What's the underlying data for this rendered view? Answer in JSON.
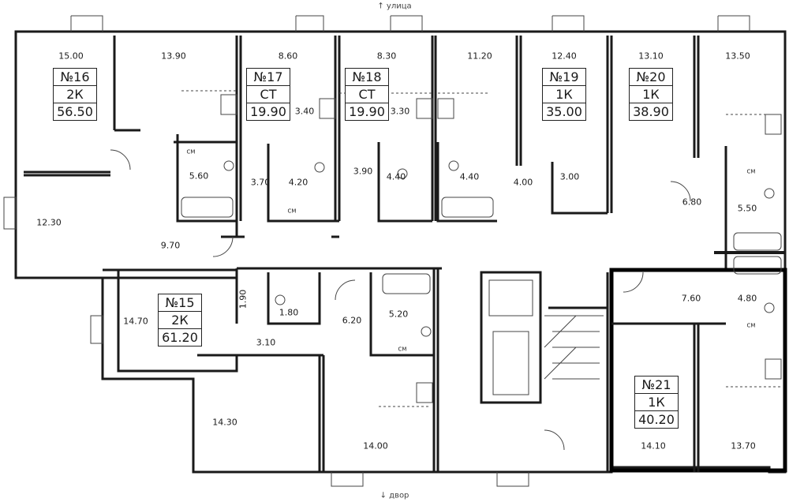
{
  "orientation": {
    "top": "↑ улица",
    "bottom": "↓ двор"
  },
  "room_areas": {
    "r1": "15.00",
    "r2": "13.90",
    "r3": "8.60",
    "r4": "8.30",
    "r5": "11.20",
    "r6": "12.40",
    "r7": "13.10",
    "r8": "13.50",
    "r9": "3.40",
    "r10": "3.30",
    "r11": "5.60",
    "r12": "3.70",
    "r13": "4.20",
    "r14": "3.90",
    "r15": "4.40",
    "r16": "4.40",
    "r17": "4.00",
    "r18": "3.00",
    "r19": "6.80",
    "r20": "5.50",
    "r21": "12.30",
    "r22": "9.70",
    "r23": "7.60",
    "r24": "4.80",
    "r25": "14.70",
    "r26": "1.90",
    "r27": "1.80",
    "r28": "6.20",
    "r29": "5.20",
    "r30": "3.10",
    "r31": "14.30",
    "r32": "14.00",
    "r33": "14.10",
    "r34": "13.70"
  },
  "apartments": [
    {
      "number": "№16",
      "type": "2К",
      "area": "56.50"
    },
    {
      "number": "№17",
      "type": "СТ",
      "area": "19.90"
    },
    {
      "number": "№18",
      "type": "СТ",
      "area": "19.90"
    },
    {
      "number": "№19",
      "type": "1К",
      "area": "35.00"
    },
    {
      "number": "№20",
      "type": "1К",
      "area": "38.90"
    },
    {
      "number": "№15",
      "type": "2К",
      "area": "61.20"
    },
    {
      "number": "№21",
      "type": "1К",
      "area": "40.20"
    }
  ],
  "appliance_label": "СМ",
  "colors": {
    "wall": "#1a1a1a",
    "highlight": "#000000",
    "fixture": "#444444"
  }
}
